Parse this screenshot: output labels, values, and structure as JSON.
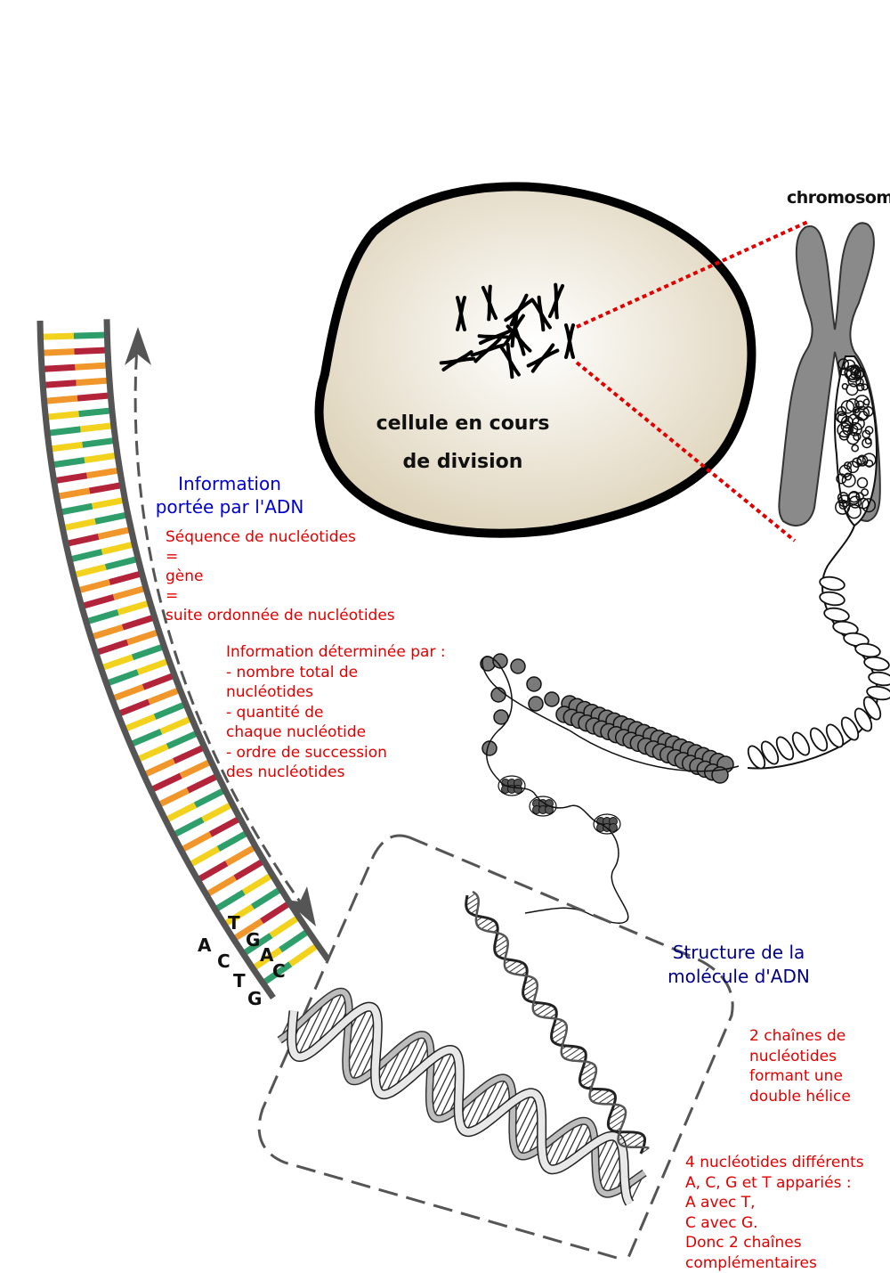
{
  "labels": {
    "chromosome": "chromosome",
    "cell_line1": "cellule en cours",
    "cell_line2": "de division",
    "info_line1": "Information",
    "info_line2": "portée par l'ADN",
    "structure_line1": "Structure de la",
    "structure_line2": "molécule d'ADN"
  },
  "gene_definition": [
    "Séquence de nucléotides",
    "=",
    "gène",
    "=",
    "suite ordonnée de nucléotides"
  ],
  "info_determined": [
    "Information déterminée par :",
    "- nombre total de",
    "nucléotides",
    "- quantité de",
    "chaque nucléotide",
    "- ordre de succession",
    "des nucléotides"
  ],
  "double_helix_note": [
    "2 chaînes de",
    "nucléotides",
    "formant une",
    "double hélice"
  ],
  "pairing_note": [
    "4 nucléotides différents",
    "A, C, G et T appariés :",
    "A avec T,",
    "C avec G.",
    "Donc 2 chaînes",
    "complémentaires"
  ],
  "base_letters": [
    "A",
    "T",
    "G",
    "A",
    "C",
    "C",
    "T",
    "G"
  ],
  "colors": {
    "green": "#2e9e6a",
    "yellow": "#f2d21c",
    "orange": "#f0962a",
    "crimson": "#b3243b",
    "backbone": "#555555",
    "chromosome": "#8a8a8a",
    "cell_fill": "#e6dcc6",
    "zoom_line": "#e00000"
  }
}
